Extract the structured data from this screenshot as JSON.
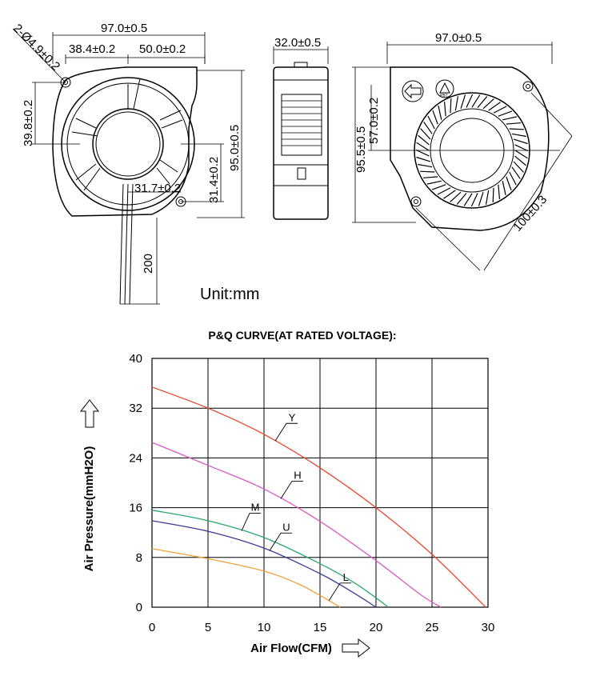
{
  "drawing": {
    "unit_label": "Unit:mm",
    "front": {
      "overall_width": "97.0±0.5",
      "left_offset": "38.4±0.2",
      "right_offset": "50.0±0.2",
      "hole_label": "2-Ø4.9±0.2",
      "hole_vertical": "39.8±0.2",
      "height": "95.0±0.5",
      "hole_offset_x": "31.7±0.2",
      "hole_offset_y": "31.4±0.2",
      "cable_length": "200"
    },
    "side": {
      "thickness": "32.0±0.5"
    },
    "back": {
      "overall_width": "97.0±0.5",
      "height": "95.5±0.5",
      "center_height": "57.0±0.2",
      "diagonal": "100±0.3",
      "badge_text": "PBT"
    }
  },
  "chart_data": {
    "type": "line",
    "title": "P&Q CURVE(AT RATED VOLTAGE):",
    "xlabel": "Air Flow(CFM)",
    "ylabel": "Air Pressure(mmH2O)",
    "xlim": [
      0,
      30
    ],
    "ylim": [
      0,
      40
    ],
    "x_ticks": [
      "0",
      "5",
      "10",
      "15",
      "20",
      "25",
      "30"
    ],
    "y_ticks": [
      "0",
      "8",
      "16",
      "24",
      "32",
      "40"
    ],
    "grid": true,
    "series": [
      {
        "name": "Y",
        "color": "#e8472b",
        "points": [
          [
            0,
            35.4
          ],
          [
            5,
            32.0
          ],
          [
            10,
            27.8
          ],
          [
            15,
            22.4
          ],
          [
            20,
            16.0
          ],
          [
            25,
            8.5
          ],
          [
            29.8,
            0
          ]
        ]
      },
      {
        "name": "H",
        "color": "#d95bc0",
        "points": [
          [
            0,
            26.5
          ],
          [
            5,
            22.8
          ],
          [
            10,
            19.0
          ],
          [
            15,
            13.8
          ],
          [
            20,
            7.5
          ],
          [
            24,
            2.0
          ],
          [
            25.8,
            0
          ]
        ]
      },
      {
        "name": "M",
        "color": "#2aa76a",
        "points": [
          [
            0,
            15.6
          ],
          [
            5,
            13.9
          ],
          [
            10,
            11.2
          ],
          [
            15,
            7.0
          ],
          [
            18,
            4.0
          ],
          [
            20,
            1.5
          ],
          [
            21.1,
            0
          ]
        ]
      },
      {
        "name": "U",
        "color": "#3b3a99",
        "points": [
          [
            0,
            13.9
          ],
          [
            5,
            12.2
          ],
          [
            10,
            9.5
          ],
          [
            15,
            5.4
          ],
          [
            18,
            2.3
          ],
          [
            20,
            0
          ]
        ]
      },
      {
        "name": "L",
        "color": "#f0a13a",
        "points": [
          [
            0,
            9.4
          ],
          [
            5,
            7.8
          ],
          [
            10,
            5.8
          ],
          [
            13,
            3.8
          ],
          [
            15,
            1.9
          ],
          [
            16.8,
            0
          ]
        ]
      }
    ]
  }
}
